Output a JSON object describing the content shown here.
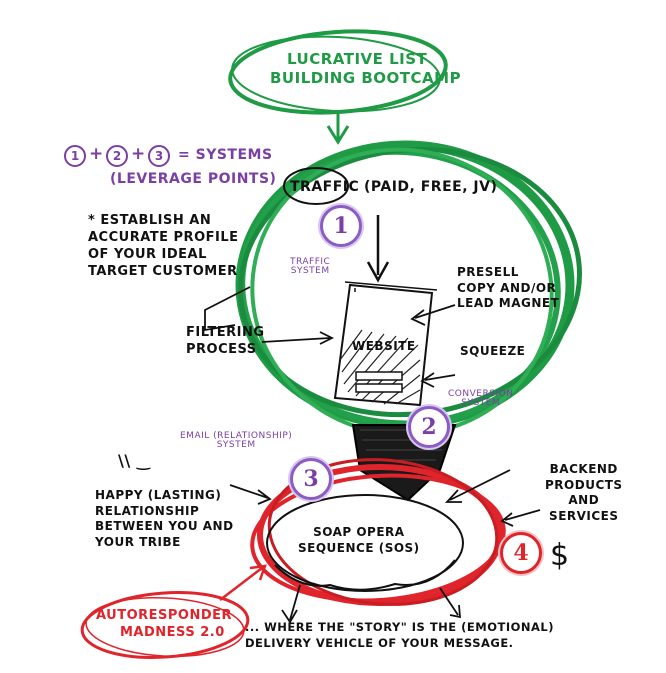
{
  "title": {
    "line1": "LUCRATIVE LIST",
    "line2": "BUILDING BOOTCAMP"
  },
  "formula": {
    "n1": "1",
    "plus1": "+",
    "n2": "2",
    "plus2": "+",
    "n3": "3",
    "equals_text": "= SYSTEMS",
    "subtext": "(LEVERAGE POINTS)"
  },
  "traffic": {
    "label": "TRAFFIC",
    "sources": "(PAID, FREE, JV)",
    "system_label": "TRAFFIC\nSYSTEM",
    "number": "1"
  },
  "profile_note": {
    "text": "* ESTABLISH AN\nACCURATE PROFILE\nOF YOUR IDEAL\nTARGET CUSTOMER"
  },
  "filtering": {
    "text": "FILTERING\nPROCESS"
  },
  "website": {
    "label": "WEBSITE",
    "presell": "PRESELL\nCOPY AND/OR\nLEAD MAGNET",
    "squeeze": "SQUEEZE",
    "conversion_label": "CONVERSION\nSYSTEM",
    "number": "2"
  },
  "email": {
    "system_label": "EMAIL (RELATIONSHIP)\nSYSTEM",
    "number": "3",
    "smiley": "\\\\ ‿",
    "happy": "HAPPY (LASTING)\nRELATIONSHIP\nBETWEEN YOU AND\nYOUR TRIBE",
    "sos": "SOAP OPERA\nSEQUENCE (SOS)"
  },
  "backend": {
    "text": "BACKEND\nPRODUCTS\nAND\nSERVICES",
    "number": "4",
    "dollar": "$"
  },
  "autoresponder": {
    "line1": "AUTORESPONDER",
    "line2": "MADNESS 2.0"
  },
  "story": {
    "text": "... WHERE THE \"STORY\" IS THE (EMOTIONAL)\nDELIVERY VEHICLE OF YOUR MESSAGE."
  },
  "colors": {
    "green": "#1f9a45",
    "purple": "#7a3fa6",
    "red": "#e0242b",
    "ink": "#111111"
  }
}
